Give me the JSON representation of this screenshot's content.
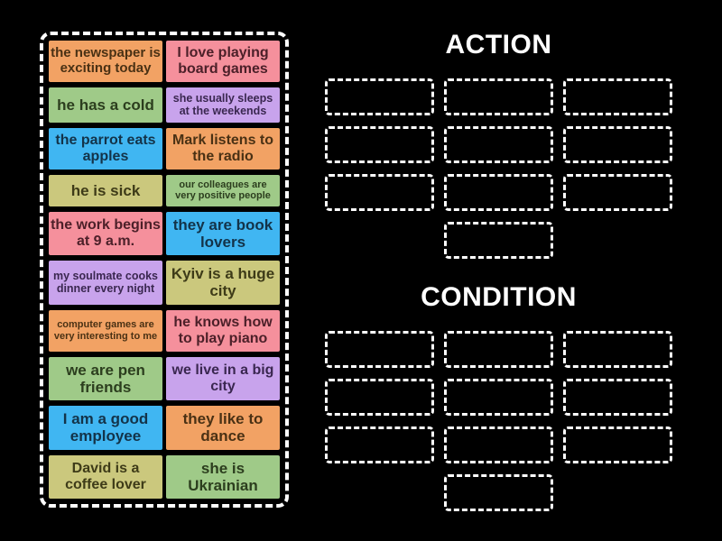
{
  "background": "#000000",
  "tray": {
    "border_color": "#ffffff"
  },
  "groups": [
    {
      "title": "ACTION",
      "slot_count": 10
    },
    {
      "title": "CONDITION",
      "slot_count": 10
    }
  ],
  "cards": [
    {
      "text": "the newspaper is exciting today",
      "color": "orange"
    },
    {
      "text": "I love playing board games",
      "color": "pink"
    },
    {
      "text": "he has a cold",
      "color": "green"
    },
    {
      "text": "she usually sleeps at the weekends",
      "color": "purple"
    },
    {
      "text": "the parrot eats apples",
      "color": "blue"
    },
    {
      "text": "Mark listens to the radio",
      "color": "orange"
    },
    {
      "text": "he is sick",
      "color": "olive"
    },
    {
      "text": "our colleagues are very positive people",
      "color": "green"
    },
    {
      "text": "the work begins at 9 a.m.",
      "color": "pink"
    },
    {
      "text": "they are book lovers",
      "color": "blue"
    },
    {
      "text": "my soulmate cooks dinner every night",
      "color": "purple"
    },
    {
      "text": "Kyiv is a huge city",
      "color": "olive"
    },
    {
      "text": "computer games are very interesting to me",
      "color": "orange"
    },
    {
      "text": "he knows how to play piano",
      "color": "pink"
    },
    {
      "text": "we are pen friends",
      "color": "green"
    },
    {
      "text": "we live in a big city",
      "color": "purple"
    },
    {
      "text": "I am a good employee",
      "color": "blue"
    },
    {
      "text": "they like to dance",
      "color": "orange"
    },
    {
      "text": "David is a coffee lover",
      "color": "olive"
    },
    {
      "text": "she is Ukrainian",
      "color": "green"
    }
  ],
  "palette": {
    "orange": {
      "bg": "#f2a264",
      "text": "#4a3114"
    },
    "pink": {
      "bg": "#f5909c",
      "text": "#4c2029"
    },
    "green": {
      "bg": "#9fca88",
      "text": "#2c3e1e"
    },
    "purple": {
      "bg": "#c8a3ec",
      "text": "#3a2750"
    },
    "blue": {
      "bg": "#40b6f2",
      "text": "#133349"
    },
    "olive": {
      "bg": "#cbc87d",
      "text": "#3e3b18"
    }
  }
}
